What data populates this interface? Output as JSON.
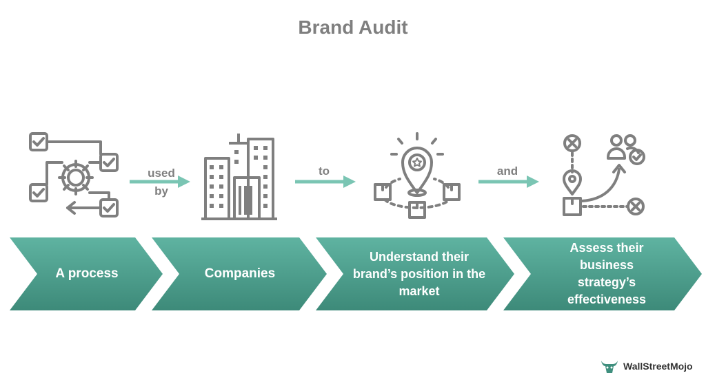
{
  "title": "Brand Audit",
  "connectors": {
    "c1": {
      "line1": "used",
      "line2": "by"
    },
    "c2": {
      "line1": "to"
    },
    "c3": {
      "line1": "and"
    }
  },
  "steps": [
    {
      "label": "A process",
      "icon": "process-flow-icon"
    },
    {
      "label": "Companies",
      "icon": "office-buildings-icon"
    },
    {
      "label": "Understand their brand’s position in the market",
      "icon": "market-position-icon"
    },
    {
      "label": "Assess their business strategy’s effectiveness",
      "icon": "strategy-path-icon"
    }
  ],
  "logo": {
    "text": "WallStreetMojo"
  },
  "colors": {
    "chevron": "#4fa08f",
    "arrow": "#7ac5b3",
    "icon": "#7f7f7f",
    "text": "#7f7f7f"
  }
}
